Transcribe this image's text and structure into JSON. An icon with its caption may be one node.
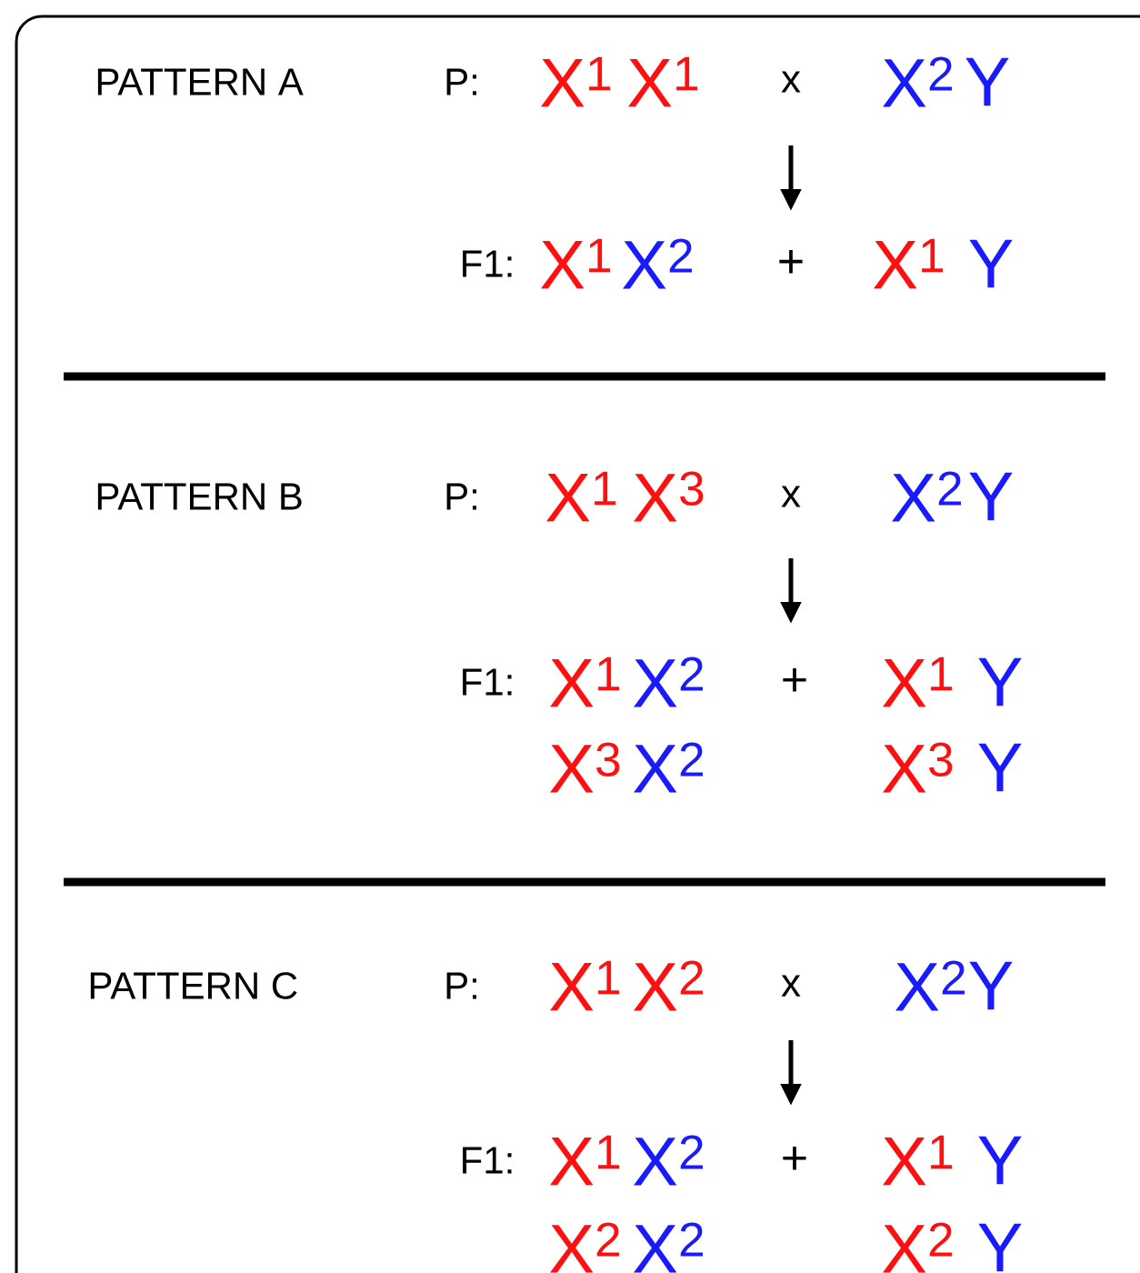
{
  "diagram": {
    "labels": [
      "PATTERN A",
      "P:",
      "X$^{1}$",
      "X$^{1}$",
      "x",
      "X$^{2}$",
      "Y",
      "F1:",
      "X$^{1}$",
      "X$^{2}$",
      "+",
      "X$^{1}$",
      "Y",
      "PATTERN B",
      "P:",
      "X$^{1}$",
      "X$^{3}$",
      "x",
      "X$^{2}$",
      "Y",
      "F1:",
      "X$^{1}$",
      "X$^{2}$",
      "+",
      "X$^{1}$",
      "Y",
      "X$^{3}$",
      "X$^{2}$",
      "X$^{3}$",
      "Y",
      "PATTERN C",
      "P:",
      "X$^{1}$",
      "X$^{2}$",
      "x",
      "X$^{2}$",
      "Y",
      "F1:",
      "X$^{1}$",
      "X$^{2}$",
      "+",
      "X$^{1}$",
      "Y",
      "X$^{2}$",
      "X$^{2}$",
      "X$^{2}$",
      "Y"
    ]
  }
}
